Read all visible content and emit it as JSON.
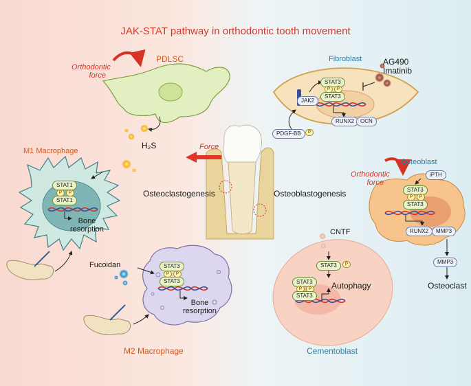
{
  "title": "JAK-STAT pathway in orthodontic tooth movement",
  "pdlsc": {
    "label": "PDLSC",
    "force": "Orthodontic\nforce",
    "h2s": "H₂S"
  },
  "m1": {
    "label": "M1 Macrophage",
    "stat_top": "STAT1",
    "stat_bottom": "STAT1",
    "p": "P",
    "outcome": "Bone\nresorption"
  },
  "m2": {
    "label": "M2 Macrophage",
    "stat_top": "STAT3",
    "stat_bottom": "STAT3",
    "p": "P",
    "fucoidan": "Fucoidan",
    "outcome": "Bone\nresorption"
  },
  "center": {
    "force": "Force",
    "osteoclastogenesis": "Osteoclastogenesis",
    "osteoblastogenesis": "Osteoblastogenesis"
  },
  "fibroblast": {
    "label": "Fibroblast",
    "stat_top": "STAT3",
    "stat_bottom": "STAT3",
    "p": "P",
    "jak": "JAK2",
    "runx2": "RUNX2",
    "ocn": "OCN",
    "ligand": "PDGF-BB",
    "inhibitors": "AG490\nImatinib"
  },
  "osteoblast": {
    "label": "Osteoblast",
    "force": "Orthodontic\nforce",
    "ipth": "iPTH",
    "stat_top": "STAT3",
    "stat_bottom": "STAT3",
    "p": "P",
    "runx2": "RUNX2",
    "mmp3": "MMP3",
    "mmp3_secreted": "MMP3",
    "target": "Osteoclast"
  },
  "cementoblast": {
    "label": "Cementoblast",
    "cntf": "CNTF",
    "stat_receptor": "STAT3",
    "stat_top": "STAT3",
    "stat_bottom": "STAT3",
    "p": "P",
    "outcome": "Autophagy"
  }
}
